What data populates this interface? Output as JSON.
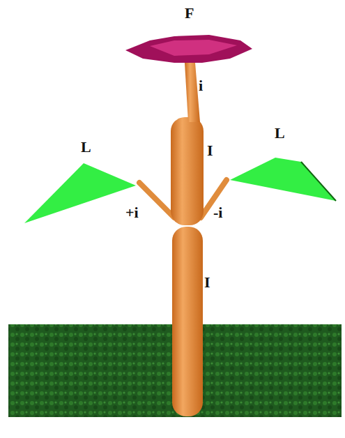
{
  "diagram": {
    "labels": [
      "F",
      "i",
      "I",
      "L",
      "L",
      "+i",
      "-i",
      "I"
    ]
  }
}
